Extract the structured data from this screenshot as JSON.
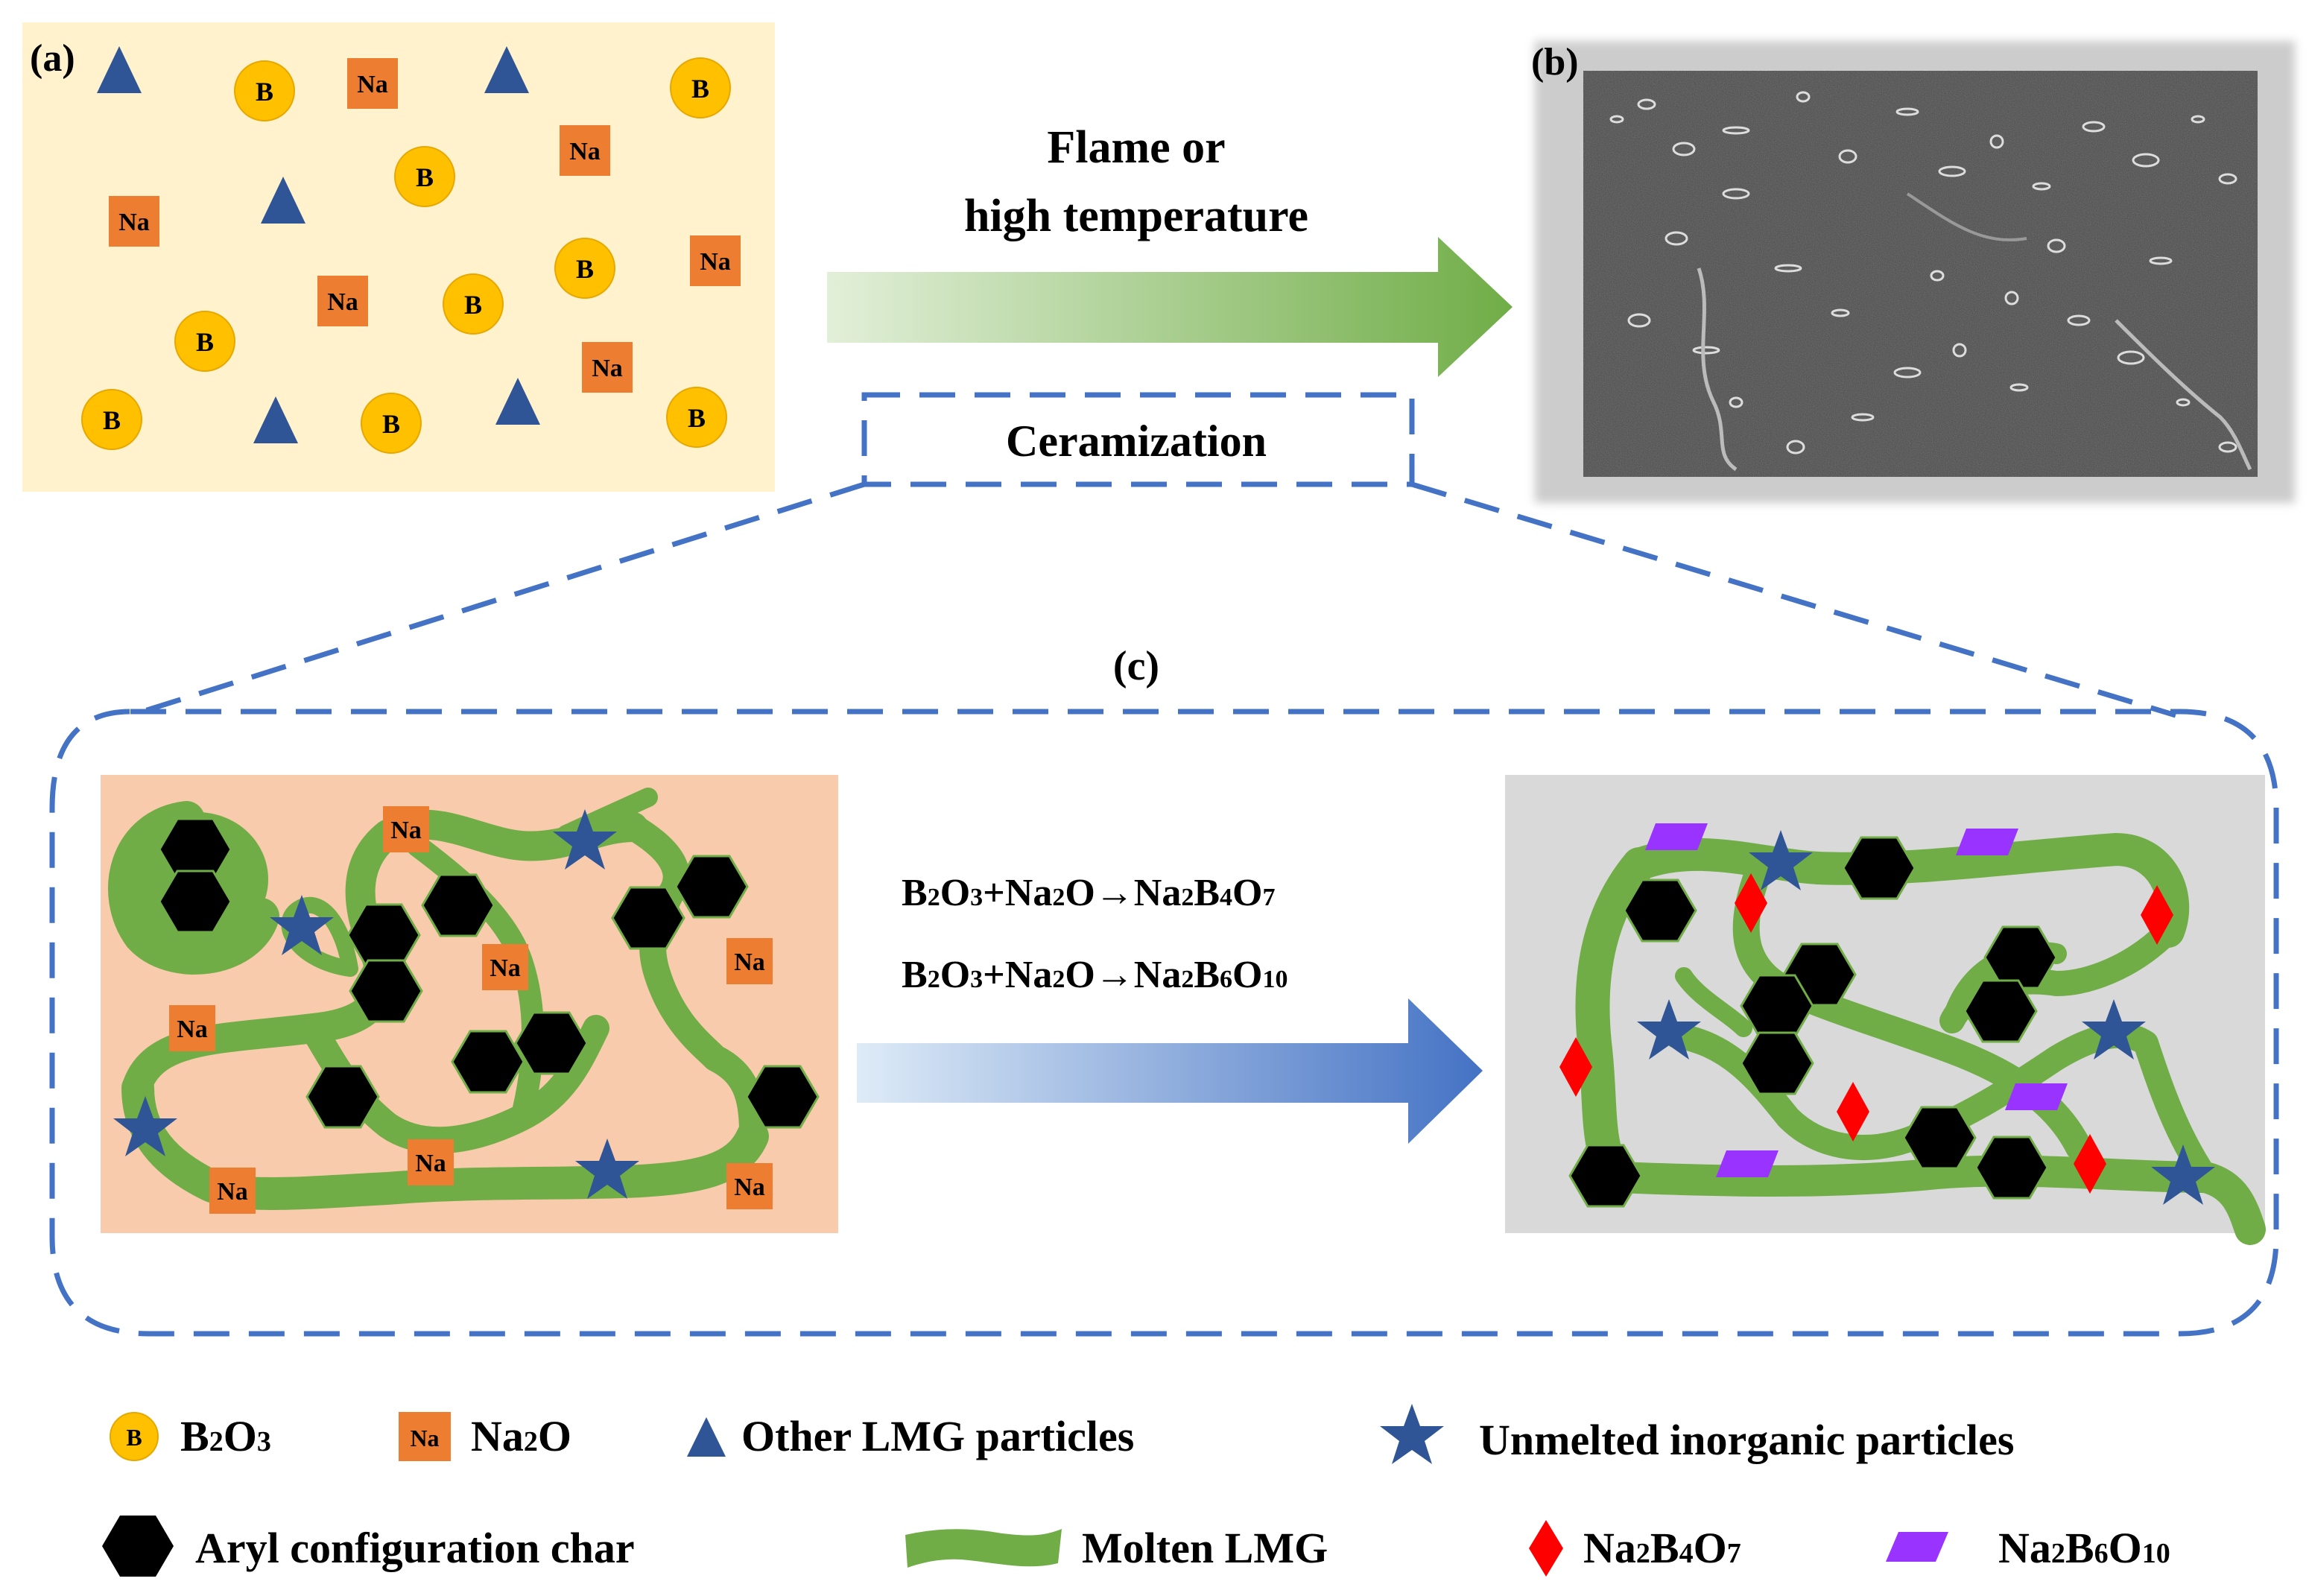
{
  "panel_labels": {
    "a": "(a)",
    "b": "(b)",
    "c": "(c)"
  },
  "process": {
    "line1": "Flame or",
    "line2": "high temperature",
    "ceramization": "Ceramization"
  },
  "particle_labels": {
    "boron": "B",
    "sodium": "Na"
  },
  "reactions": {
    "r1": {
      "p1": "B",
      "s1": "2",
      "p2": "O",
      "s2": "3",
      "p3": "+Na",
      "s3": "2",
      "p4": "O→Na",
      "s4": "2",
      "p5": "B",
      "s5": "4",
      "p6": "O",
      "s6": "7"
    },
    "r2": {
      "p1": "B",
      "s1": "2",
      "p2": "O",
      "s2": "3",
      "p3": "+Na",
      "s3": "2",
      "p4": "O→Na",
      "s4": "2",
      "p5": "B",
      "s5": "6",
      "p6": "O",
      "s6": "10"
    }
  },
  "legend": {
    "b2o3": {
      "p1": "B",
      "s1": "2",
      "p2": "O",
      "s2": "3"
    },
    "na2o": {
      "p1": "Na",
      "s1": "2",
      "p2": "O"
    },
    "other_lmg": "Other LMG particles",
    "unmelted": "Unmelted inorganic particles",
    "aryl_char": "Aryl configuration char",
    "molten_lmg": "Molten LMG",
    "na2b4o7": {
      "p1": "Na",
      "s1": "2",
      "p2": "B",
      "s2": "4",
      "p3": "O",
      "s3": "7"
    },
    "na2b6o10": {
      "p1": "Na",
      "s1": "2",
      "p2": "B",
      "s2": "6",
      "p3": "O",
      "s3": "10"
    }
  },
  "colors": {
    "boron_fill": "#FFC000",
    "sodium_fill": "#ED7D31",
    "triangle_blue": "#2F5597",
    "star_blue": "#2F5597",
    "lmg_green": "#70AD47",
    "na2b4o7_red": "#FF0000",
    "na2b6o10_purple": "#9933FF",
    "dash_blue": "#4472C4",
    "panel_a_bg": "#FFF2CC",
    "panel_c_left_bg": "#F8CBAD",
    "panel_c_right_bg": "#D9D9D9",
    "sem_gray": "#4A4A4A"
  }
}
